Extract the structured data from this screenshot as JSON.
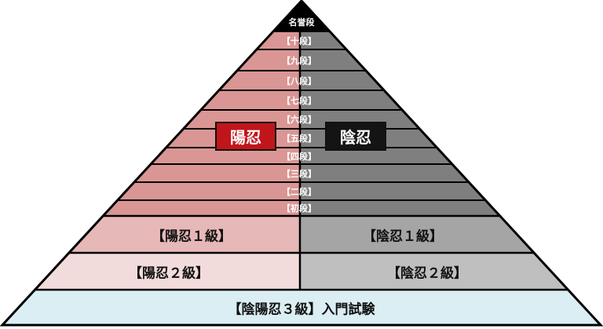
{
  "colors": {
    "outline": "#000000",
    "yang_dan": "#d99694",
    "yin_dan": "#7f7f7f",
    "yang_kyu1": "#e6b8b7",
    "yin_kyu1": "#a5a5a5",
    "yang_kyu2": "#f2dcdb",
    "yin_kyu2": "#bfbfbf",
    "entry": "#daeef3",
    "yang_box": "#c0161b",
    "yin_box": "#141414"
  },
  "apex": {
    "label": "名誉段"
  },
  "dan_levels": [
    {
      "label": "【十段】"
    },
    {
      "label": "【九段】"
    },
    {
      "label": "【八段】"
    },
    {
      "label": "【七段】"
    },
    {
      "label": "【六段】"
    },
    {
      "label": "【五段】"
    },
    {
      "label": "【四段】"
    },
    {
      "label": "【三段】"
    },
    {
      "label": "【二段】"
    },
    {
      "label": "【初段】"
    }
  ],
  "sides": {
    "yang": {
      "label": "陽忍"
    },
    "yin": {
      "label": "陰忍"
    }
  },
  "kyu_levels": {
    "yang_1": "【陽忍１級】",
    "yin_1": "【陰忍１級】",
    "yang_2": "【陽忍２級】",
    "yin_2": "【陰忍２級】",
    "entry": "【陰陽忍３級】入門試験"
  }
}
